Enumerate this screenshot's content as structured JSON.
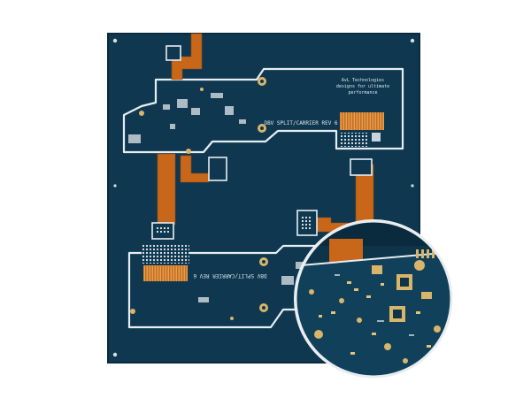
{
  "product": {
    "company_line1": "AvL Technologies",
    "company_line2": "designs for ultimate",
    "company_line3": "performance",
    "board_label_top": "DBV SPLIT/CARRIER REV 6",
    "board_label_bottom": "DBV SPLIT/CARRIER REV 6"
  },
  "colors": {
    "solder_mask": "#0f3850",
    "solder_mask_dark": "#0a2a3d",
    "flex_polyimide": "#c8661a",
    "copper_pad": "#d9b56a",
    "silkscreen": "#e6eef3",
    "background": "#ffffff"
  },
  "icons": {
    "pcb": "rigid-flex-pcb-panel",
    "magnifier": "zoom-detail-circle"
  }
}
